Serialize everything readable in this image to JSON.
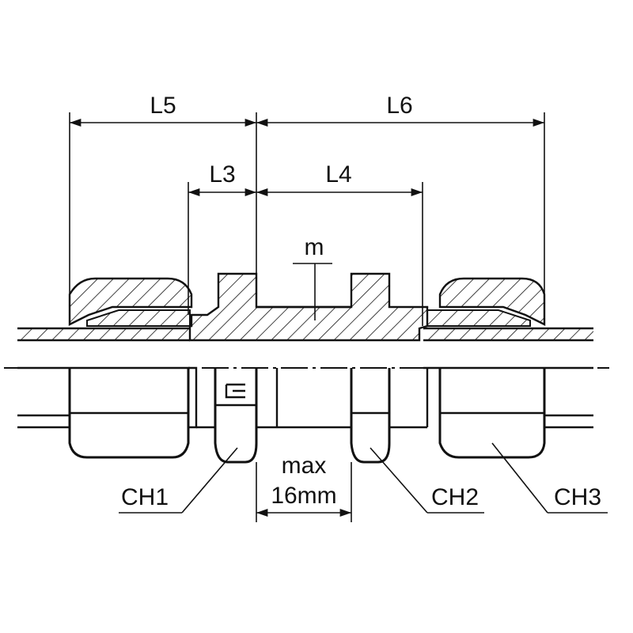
{
  "dimensions": {
    "l5": "L5",
    "l6": "L6",
    "l3": "L3",
    "l4": "L4"
  },
  "callouts": {
    "m": "m",
    "ch1": "CH1",
    "ch2": "CH2",
    "ch3": "CH3",
    "max_line1": "max",
    "max_line2": "16mm"
  },
  "colors": {
    "line": "#111111",
    "background": "#ffffff"
  }
}
